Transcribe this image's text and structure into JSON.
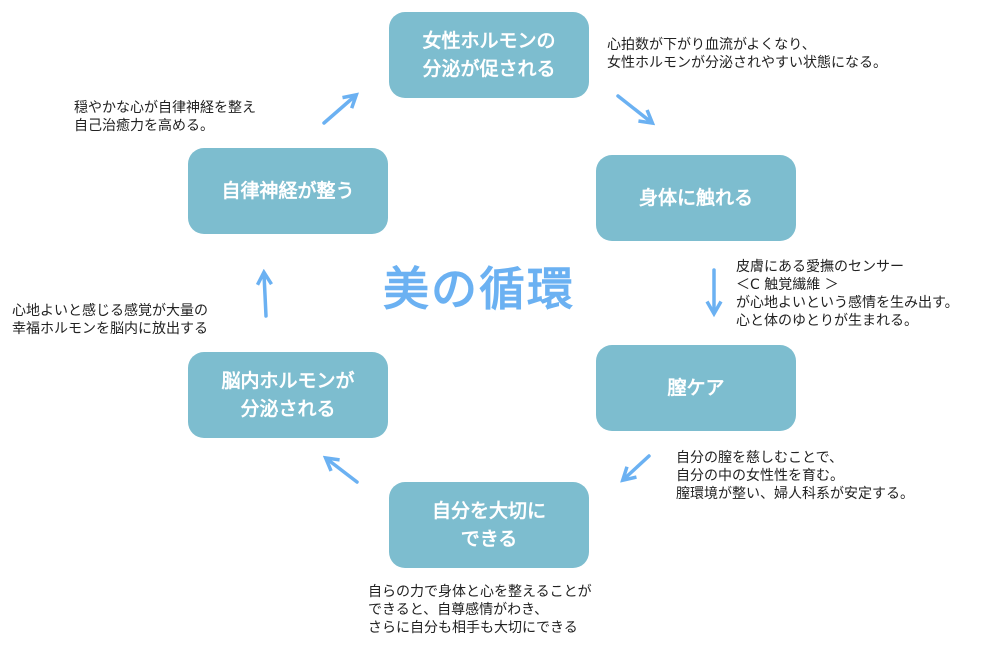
{
  "colors": {
    "node_fill": "#7dbdcf",
    "node_text": "#ffffff",
    "arrow": "#6bb1f2",
    "title": "#6bb1f2",
    "note_text": "#222222"
  },
  "title": "美の循環",
  "nodes": {
    "hormone": {
      "line1": "女性ホルモンの",
      "line2": "分泌が促される"
    },
    "touch": {
      "line1": "身体に触れる"
    },
    "care": {
      "line1": "膣ケア"
    },
    "selfcare": {
      "line1": "自分を大切に",
      "line2": "できる"
    },
    "brain": {
      "line1": "脳内ホルモンが",
      "line2": "分泌される"
    },
    "autonomic": {
      "line1": "自律神経が整う"
    }
  },
  "notes": {
    "hormone": [
      "心拍数が下がり血流がよくなり、",
      "女性ホルモンが分泌されやすい状態になる。"
    ],
    "touch": [
      "皮膚にある愛撫のセンサー",
      "＜C 触覚繊維 ＞",
      "が心地よいという感情を生み出す。",
      "心と体のゆとりが生まれる。"
    ],
    "care": [
      "自分の膣を慈しむことで、",
      "自分の中の女性性を育む。",
      "膣環境が整い、婦人科系が安定する。"
    ],
    "selfcare": [
      "自らの力で身体と心を整えることが",
      "できると、自尊感情がわき、",
      "さらに自分も相手も大切にできる"
    ],
    "brain": [
      "心地よいと感じる感覚が大量の",
      "幸福ホルモンを脳内に放出する"
    ],
    "autonomic": [
      "穏やかな心が自律神経を整え",
      "自己治癒力を高める。"
    ]
  }
}
